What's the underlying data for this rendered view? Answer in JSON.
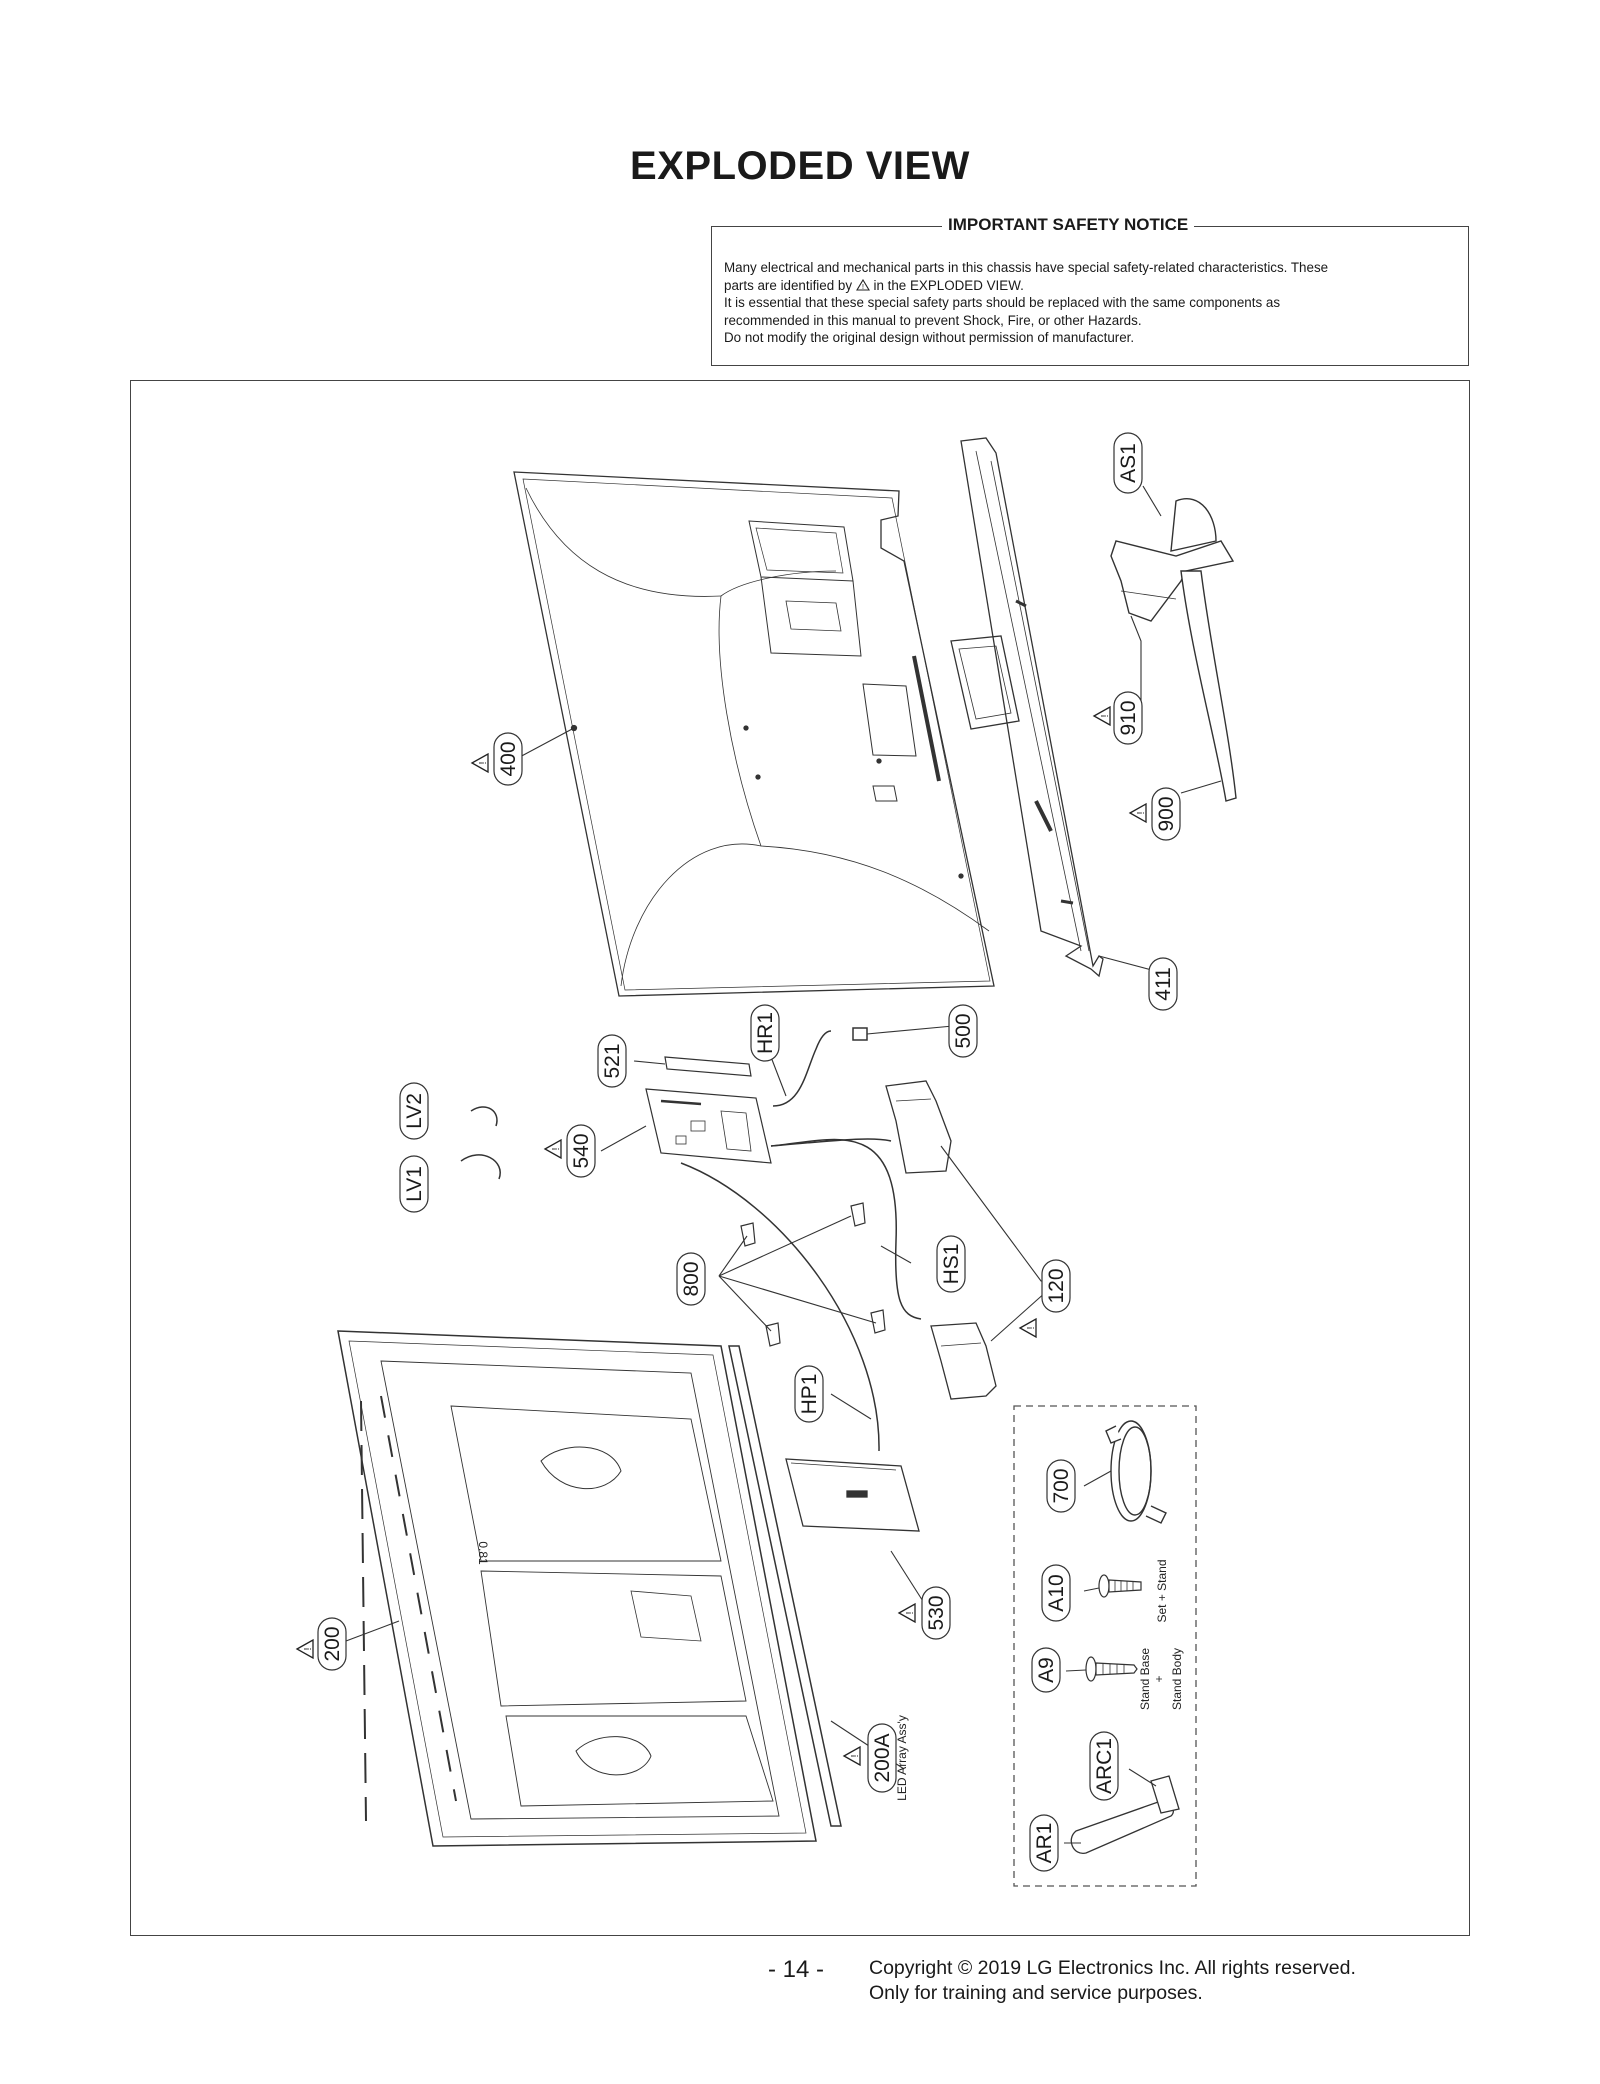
{
  "page": {
    "title": "EXPLODED VIEW",
    "page_number": "- 14 -",
    "copyright_line1": "Copyright © 2019 LG Electronics Inc. All rights reserved.",
    "copyright_line2": "Only for training and service purposes."
  },
  "notice": {
    "title": "IMPORTANT SAFETY NOTICE",
    "line1": "Many electrical and mechanical parts in this chassis have special safety-related characteristics. These",
    "line2a": "parts are identified by",
    "line2b": "in the EXPLODED VIEW.",
    "line3": "It is essential that these special safety parts should be replaced with the same components as",
    "line4": "recommended in this manual to prevent Shock, Fire, or other Hazards.",
    "line5": "Do not modify the original design without permission of manufacturer."
  },
  "parts": {
    "as1": "AS1",
    "p910": "910",
    "p900": "900",
    "p400": "400",
    "p411": "411",
    "p500": "500",
    "hr1": "HR1",
    "p521": "521",
    "p540": "540",
    "lv2": "LV2",
    "lv1": "LV1",
    "p800": "800",
    "hs1": "HS1",
    "p120": "120",
    "hp1": "HP1",
    "p200": "200",
    "p530": "530",
    "p200a": "200A",
    "p700": "700",
    "a10": "A10",
    "a9": "A9",
    "arc1": "ARC1",
    "ar1": "AR1"
  },
  "annotations": {
    "led_array": "LED Array Ass'y",
    "set_stand": "Set + Stand",
    "stand_base": "Stand Base",
    "plus": "+",
    "stand_body": "Stand Body",
    "mark_081": "0.81"
  }
}
